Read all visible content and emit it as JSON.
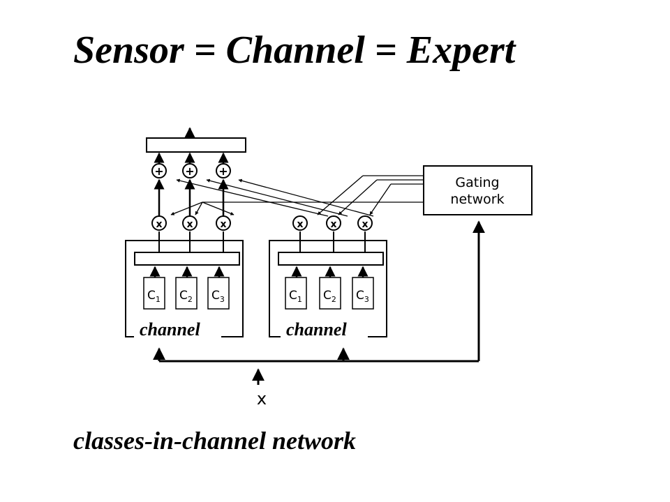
{
  "slide": {
    "title": "Sensor = Channel = Expert",
    "caption": "classes-in-channel network"
  },
  "diagram": {
    "gating_label_line1": "Gating",
    "gating_label_line2": "network",
    "channel_label": "channel",
    "input_label": "x",
    "sum_symbol": "+",
    "product_symbol": "x",
    "class_prefix": "C",
    "class_indices": [
      "1",
      "2",
      "3"
    ]
  }
}
